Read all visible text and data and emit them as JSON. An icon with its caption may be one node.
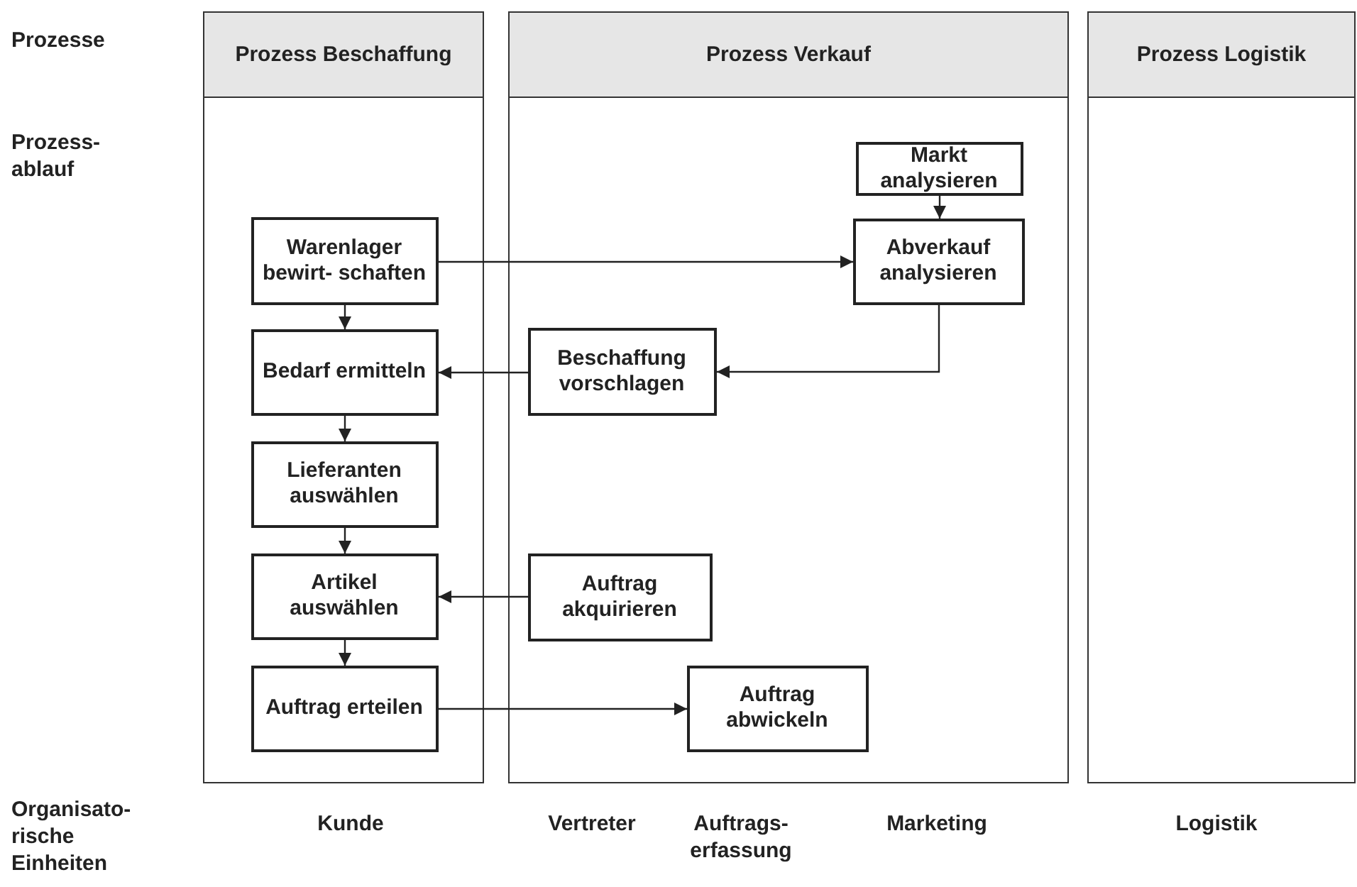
{
  "diagram": {
    "nodes": [
      {
        "text": [
          "Prozess Beschaffung"
        ]
      },
      {
        "text": [
          "Prozess Verkauf"
        ]
      },
      {
        "text": [
          "Prozess Logistik"
        ]
      },
      {
        "text": [
          "Markt analysieren"
        ],
        "in": 1
      },
      {
        "text": [
          "Abverkauf analysieren"
        ],
        "in": 1
      },
      {
        "text": [
          "Warenlager bewirt- schaften"
        ],
        "in": 0
      },
      {
        "text": [
          "Bedarf ermitteln"
        ],
        "in": 0
      },
      {
        "text": [
          "Beschaffung vorschlagen"
        ],
        "in": 1
      },
      {
        "text": [
          "Lieferanten auswählen"
        ],
        "in": 0
      },
      {
        "text": [
          "Artikel auswählen"
        ],
        "in": 0
      },
      {
        "text": [
          "Auftrag akquirieren"
        ],
        "in": 1
      },
      {
        "text": [
          "Auftrag erteilen"
        ],
        "in": 0
      },
      {
        "text": [
          "Auftrag abwickeln"
        ],
        "in": 1
      }
    ],
    "edges": [
      {
        "from": 3,
        "to": 4,
        "arrow": "to"
      },
      {
        "from": 5,
        "to": 4,
        "arrow": "to"
      },
      {
        "from": 5,
        "to": 6,
        "arrow": "to"
      },
      {
        "from": 4,
        "to": 7,
        "arrow": "to"
      },
      {
        "from": 7,
        "to": 6,
        "arrow": "to"
      },
      {
        "from": 6,
        "to": 8,
        "arrow": "to"
      },
      {
        "from": 8,
        "to": 9,
        "arrow": "to"
      },
      {
        "from": 10,
        "to": 9,
        "arrow": "to"
      },
      {
        "from": 9,
        "to": 11,
        "arrow": "to"
      },
      {
        "from": 11,
        "to": 12,
        "arrow": "to"
      }
    ],
    "labels": [
      "Prozesse",
      "Prozess- ablauf",
      "Organisato- rische Einheiten",
      "Kunde",
      "Vertreter",
      "Auftrags- erfassung",
      "Marketing",
      "Logistik"
    ]
  }
}
